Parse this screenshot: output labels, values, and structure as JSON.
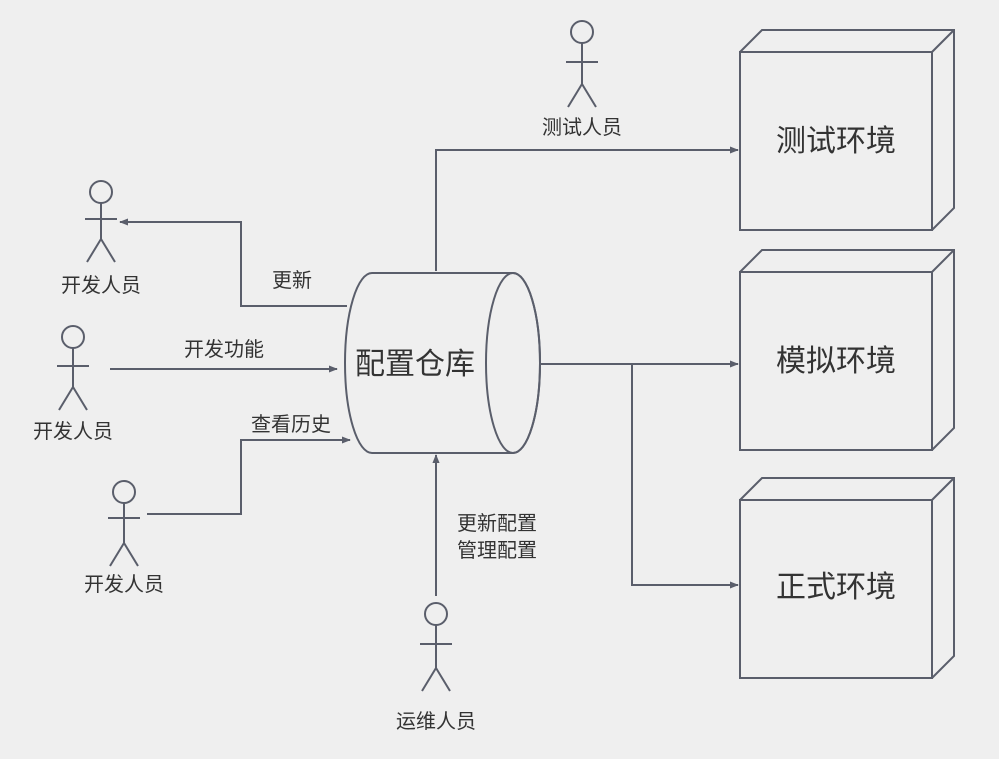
{
  "colors": {
    "background": "#efefef",
    "line": "#5a5e6b",
    "text": "#333333"
  },
  "actors": {
    "tester": "测试人员",
    "dev_update": "开发人员",
    "dev_feature": "开发人员",
    "dev_history": "开发人员",
    "ops": "运维人员"
  },
  "repository": {
    "label": "配置仓库"
  },
  "environments": {
    "test": "测试环境",
    "staging": "模拟环境",
    "production": "正式环境"
  },
  "edges": {
    "update": "更新",
    "develop": "开发功能",
    "history": "查看历史",
    "ops_line1": "更新配置",
    "ops_line2": "管理配置"
  }
}
